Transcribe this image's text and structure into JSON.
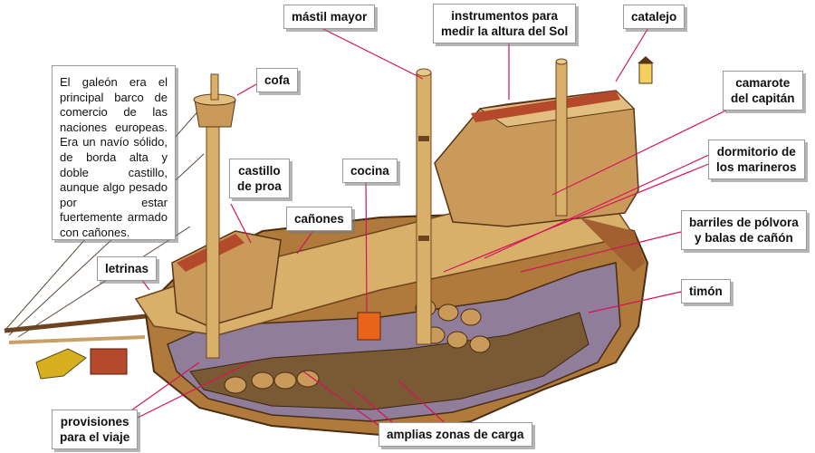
{
  "title": "El galeón",
  "description": "El galeón era el principal barco de comercio de las naciones europeas. Era un navío sólido, de borda alta y doble castillo, aunque algo pesado por estar fuertemente armado con cañones.",
  "colors": {
    "leader_line": "#d4145a",
    "label_border": "#9a9a9a",
    "wood_light": "#d9b06a",
    "wood_mid": "#b07a3c",
    "wood_dark": "#6e4420",
    "hull_red": "#b5492b",
    "hull_inner": "#8f7d99",
    "background": "#ffffff"
  },
  "labels": {
    "mastil_mayor": "mástil mayor",
    "instrumentos": [
      "instrumentos para",
      "medir la altura del Sol"
    ],
    "catalejo": "catalejo",
    "cofa": "cofa",
    "camarote": [
      "camarote",
      "del capitán"
    ],
    "castillo_proa": [
      "castillo",
      "de proa"
    ],
    "cocina": "cocina",
    "dormitorio": [
      "dormitorio de",
      "los marineros"
    ],
    "canones": "cañones",
    "barriles": [
      "barriles de pólvora",
      "y balas de cañón"
    ],
    "letrinas": "letrinas",
    "timon": "timón",
    "provisiones": [
      "provisiones",
      "para el viaje"
    ],
    "carga": "amplias zonas de carga"
  }
}
